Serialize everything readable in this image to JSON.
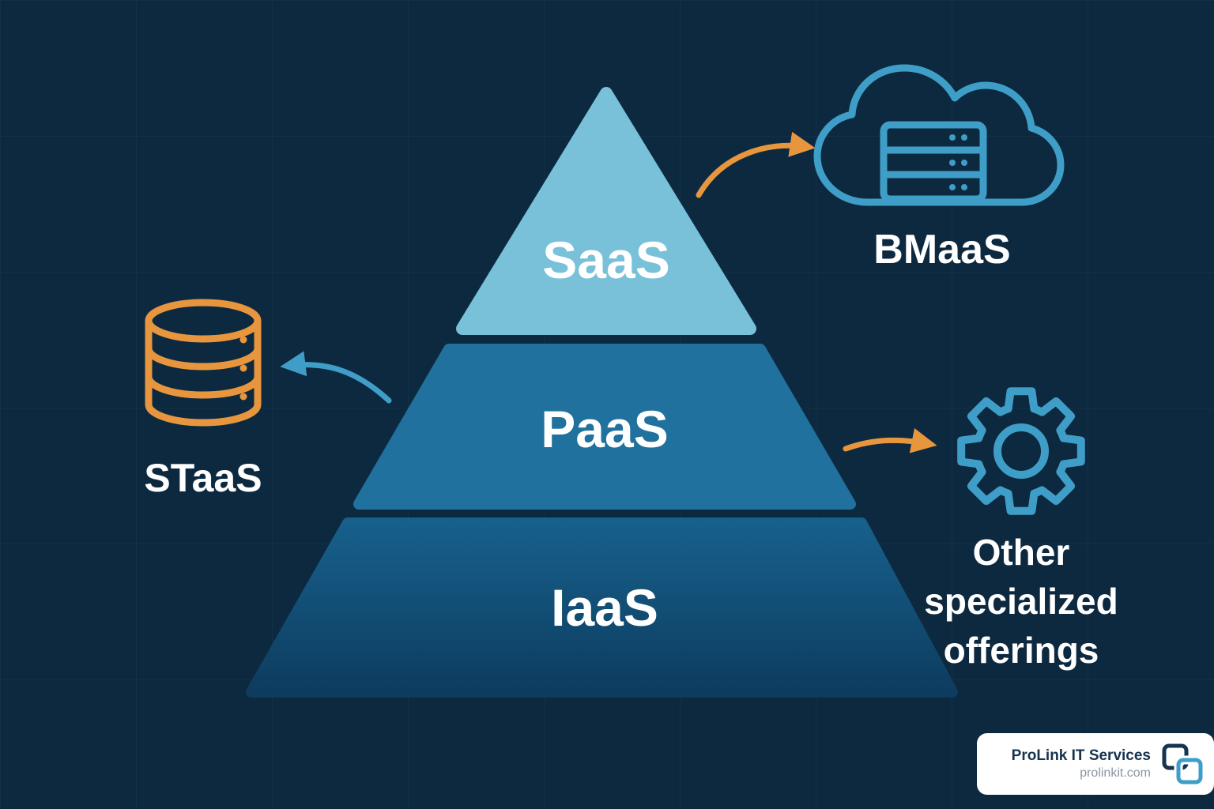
{
  "colors": {
    "background": "#0d2940",
    "tier_saas": "#78c1d9",
    "tier_paas": "#20719e",
    "tier_iaas_top": "#17608c",
    "tier_iaas_bottom": "#0d3c5f",
    "label_white": "#ffffff",
    "accent_orange": "#e8963e",
    "accent_blue": "#3f9ec8",
    "footer_navy": "#16334f"
  },
  "pyramid": {
    "tiers": [
      {
        "id": "saas",
        "label": "SaaS"
      },
      {
        "id": "paas",
        "label": "PaaS"
      },
      {
        "id": "iaas",
        "label": "IaaS"
      }
    ]
  },
  "callouts": {
    "bmaas": {
      "label": "BMaaS",
      "icon": "cloud-server-icon"
    },
    "staas": {
      "label": "STaaS",
      "icon": "database-icon"
    },
    "other": {
      "label": "Other specialized offerings",
      "icon": "gear-icon"
    }
  },
  "footer": {
    "company": "ProLink IT Services",
    "website": "prolinkit.com",
    "logo": "overlapping-squares-logo"
  }
}
